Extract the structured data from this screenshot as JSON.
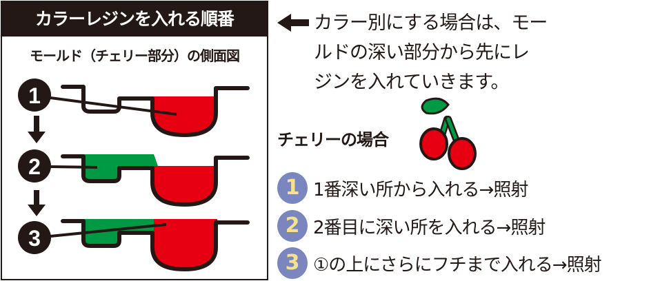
{
  "panel": {
    "title": "カラーレジンを入れる順番",
    "subtitle": "モールド（チェリー部分）の側面図",
    "steps": [
      "1",
      "2",
      "3"
    ]
  },
  "note": {
    "lines": [
      "カラー別にする場合は、モー",
      "ルドの深い部分から先にレ",
      "ジンを入れていきます。"
    ]
  },
  "cherry_section": {
    "title": "チェリーの場合",
    "steps": [
      {
        "number": "1",
        "text": "1番深い所から入れる→照射"
      },
      {
        "number": "2",
        "text": "2番目に深い所を入れる→照射"
      },
      {
        "number": "3",
        "text": "①の上にさらにフチまで入れる→照射"
      }
    ]
  },
  "colors": {
    "red": "#e60012",
    "green": "#009944",
    "badge": "#7b86bf",
    "badge_text": "#f6e18c",
    "ink": "#231815"
  }
}
